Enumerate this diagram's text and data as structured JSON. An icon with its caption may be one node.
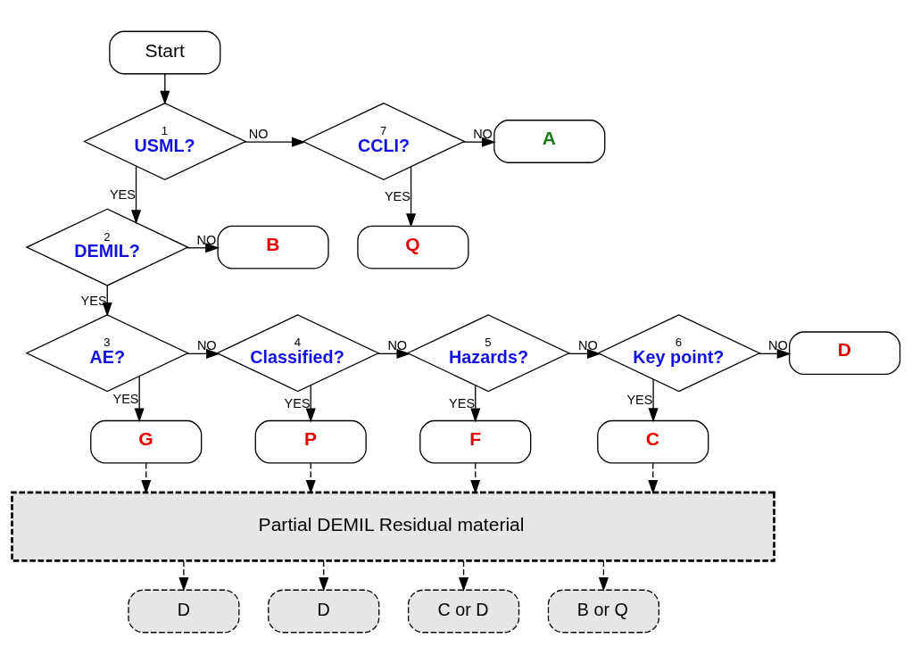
{
  "diagram": {
    "nodes": [
      {
        "text": [
          "Start"
        ]
      },
      {
        "text": [
          "1",
          "USML?"
        ]
      },
      {
        "text": [
          "7",
          "CCLI?"
        ]
      },
      {
        "text": [
          "A"
        ]
      },
      {
        "text": [
          "2",
          "DEMIL?"
        ]
      },
      {
        "text": [
          "B"
        ]
      },
      {
        "text": [
          "Q"
        ]
      },
      {
        "text": [
          "3",
          "AE?"
        ]
      },
      {
        "text": [
          "4",
          "Classified?"
        ]
      },
      {
        "text": [
          "5",
          "Hazards?"
        ]
      },
      {
        "text": [
          "6",
          "Key point?"
        ]
      },
      {
        "text": [
          "D"
        ]
      },
      {
        "text": [
          "G"
        ]
      },
      {
        "text": [
          "P"
        ]
      },
      {
        "text": [
          "F"
        ]
      },
      {
        "text": [
          "C"
        ]
      },
      {
        "text": [
          "Partial DEMIL Residual material"
        ]
      },
      {
        "text": [
          "D"
        ]
      },
      {
        "text": [
          "D"
        ]
      },
      {
        "text": [
          "C or D"
        ]
      },
      {
        "text": [
          "B or Q"
        ]
      }
    ],
    "edges": [
      {
        "from": 0,
        "to": 1,
        "arrow": "to"
      },
      {
        "from": 1,
        "to": 2,
        "arrow": "to",
        "label": "NO"
      },
      {
        "from": 2,
        "to": 3,
        "arrow": "to",
        "label": "NO"
      },
      {
        "from": 2,
        "to": 6,
        "arrow": "to",
        "label": "YES"
      },
      {
        "from": 1,
        "to": 4,
        "arrow": "to",
        "label": "YES"
      },
      {
        "from": 4,
        "to": 5,
        "arrow": "to",
        "label": "NO"
      },
      {
        "from": 4,
        "to": 7,
        "arrow": "to",
        "label": "YES"
      },
      {
        "from": 7,
        "to": 8,
        "arrow": "to",
        "label": "NO"
      },
      {
        "from": 8,
        "to": 9,
        "arrow": "to",
        "label": "NO"
      },
      {
        "from": 9,
        "to": 10,
        "arrow": "to",
        "label": "NO"
      },
      {
        "from": 10,
        "to": 11,
        "arrow": "to",
        "label": "NO"
      },
      {
        "from": 7,
        "to": 12,
        "arrow": "to",
        "label": "YES"
      },
      {
        "from": 8,
        "to": 13,
        "arrow": "to",
        "label": "YES"
      },
      {
        "from": 9,
        "to": 14,
        "arrow": "to",
        "label": "YES"
      },
      {
        "from": 10,
        "to": 15,
        "arrow": "to",
        "label": "YES"
      },
      {
        "from": 12,
        "to": 16,
        "arrow": "to",
        "style": "dashed"
      },
      {
        "from": 13,
        "to": 16,
        "arrow": "to",
        "style": "dashed"
      },
      {
        "from": 14,
        "to": 16,
        "arrow": "to",
        "style": "dashed"
      },
      {
        "from": 15,
        "to": 16,
        "arrow": "to",
        "style": "dashed"
      },
      {
        "from": 16,
        "to": 17,
        "arrow": "to",
        "style": "dashed"
      },
      {
        "from": 16,
        "to": 18,
        "arrow": "to",
        "style": "dashed"
      },
      {
        "from": 16,
        "to": 19,
        "arrow": "to",
        "style": "dashed"
      },
      {
        "from": 16,
        "to": 20,
        "arrow": "to",
        "style": "dashed"
      }
    ]
  }
}
